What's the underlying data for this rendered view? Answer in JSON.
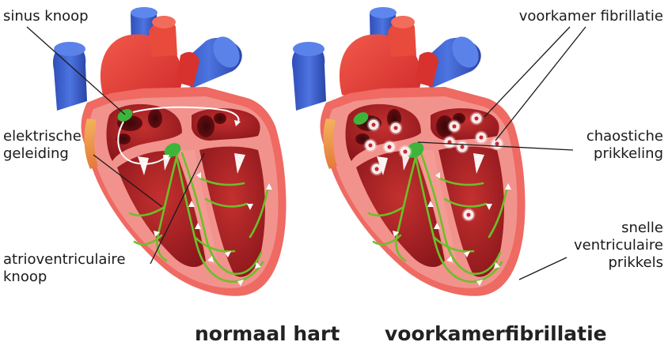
{
  "labels": {
    "sinus_knoop": "sinus knoop",
    "elektrische_geleiding": [
      "elektrische",
      "geleiding"
    ],
    "atrioventriculaire_knoop": [
      "atrioventriculaire",
      "knoop"
    ],
    "voorkamer_fibrillatie": "voorkamer fibrillatie",
    "chaostiche_prikkeling": [
      "chaostiche",
      "prikkeling"
    ],
    "snelle_ventriculaire_prikkels": [
      "snelle",
      "ventriculaire",
      "prikkels"
    ]
  },
  "captions": {
    "left": "normaal hart",
    "right": "voorkamerfibrillatie"
  },
  "colors": {
    "vein_blue": "#3b5fcf",
    "artery_red": "#e63a35",
    "muscle_pink": "#f08a8a",
    "chamber_dark": "#9b1b1f",
    "chamber_mid": "#b8262b",
    "conduction_green": "#6cbf2a",
    "node_green": "#3db43a",
    "line_black": "#1a1a1a"
  }
}
